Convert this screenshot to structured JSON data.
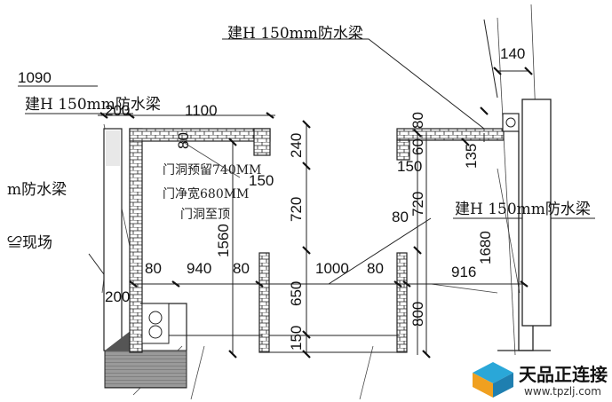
{
  "labels": {
    "beam_top": "建H 150mm防水梁",
    "beam_left": "建H 150mm防水梁",
    "beam_mid": "建H 150mm防水梁",
    "beam_edge": "m防水梁",
    "site_note": "≌现场",
    "door_reserve": "门洞预留740MM",
    "door_net": "门净宽680MM",
    "door_top": "门洞至顶"
  },
  "dims": {
    "d1090": "1090",
    "d200": "200",
    "d1100": "1100",
    "d80_top": "80",
    "d240": "240",
    "d150_a": "150",
    "d720_a": "720",
    "d1560": "1560",
    "d80_b": "80",
    "d940": "940",
    "d80_c": "80",
    "d1000": "1000",
    "d80_d": "80",
    "d650": "650",
    "d150_b": "150",
    "d200_b": "200",
    "d140": "140",
    "d80_e": "80",
    "d60": "60",
    "d135": "135",
    "d150_c": "150",
    "d720_b": "720",
    "d80_f": "80",
    "d916": "916",
    "d1680": "1680",
    "d800": "800"
  },
  "logo": {
    "title": "天品正连接",
    "url": "www.tpzlj.com"
  }
}
